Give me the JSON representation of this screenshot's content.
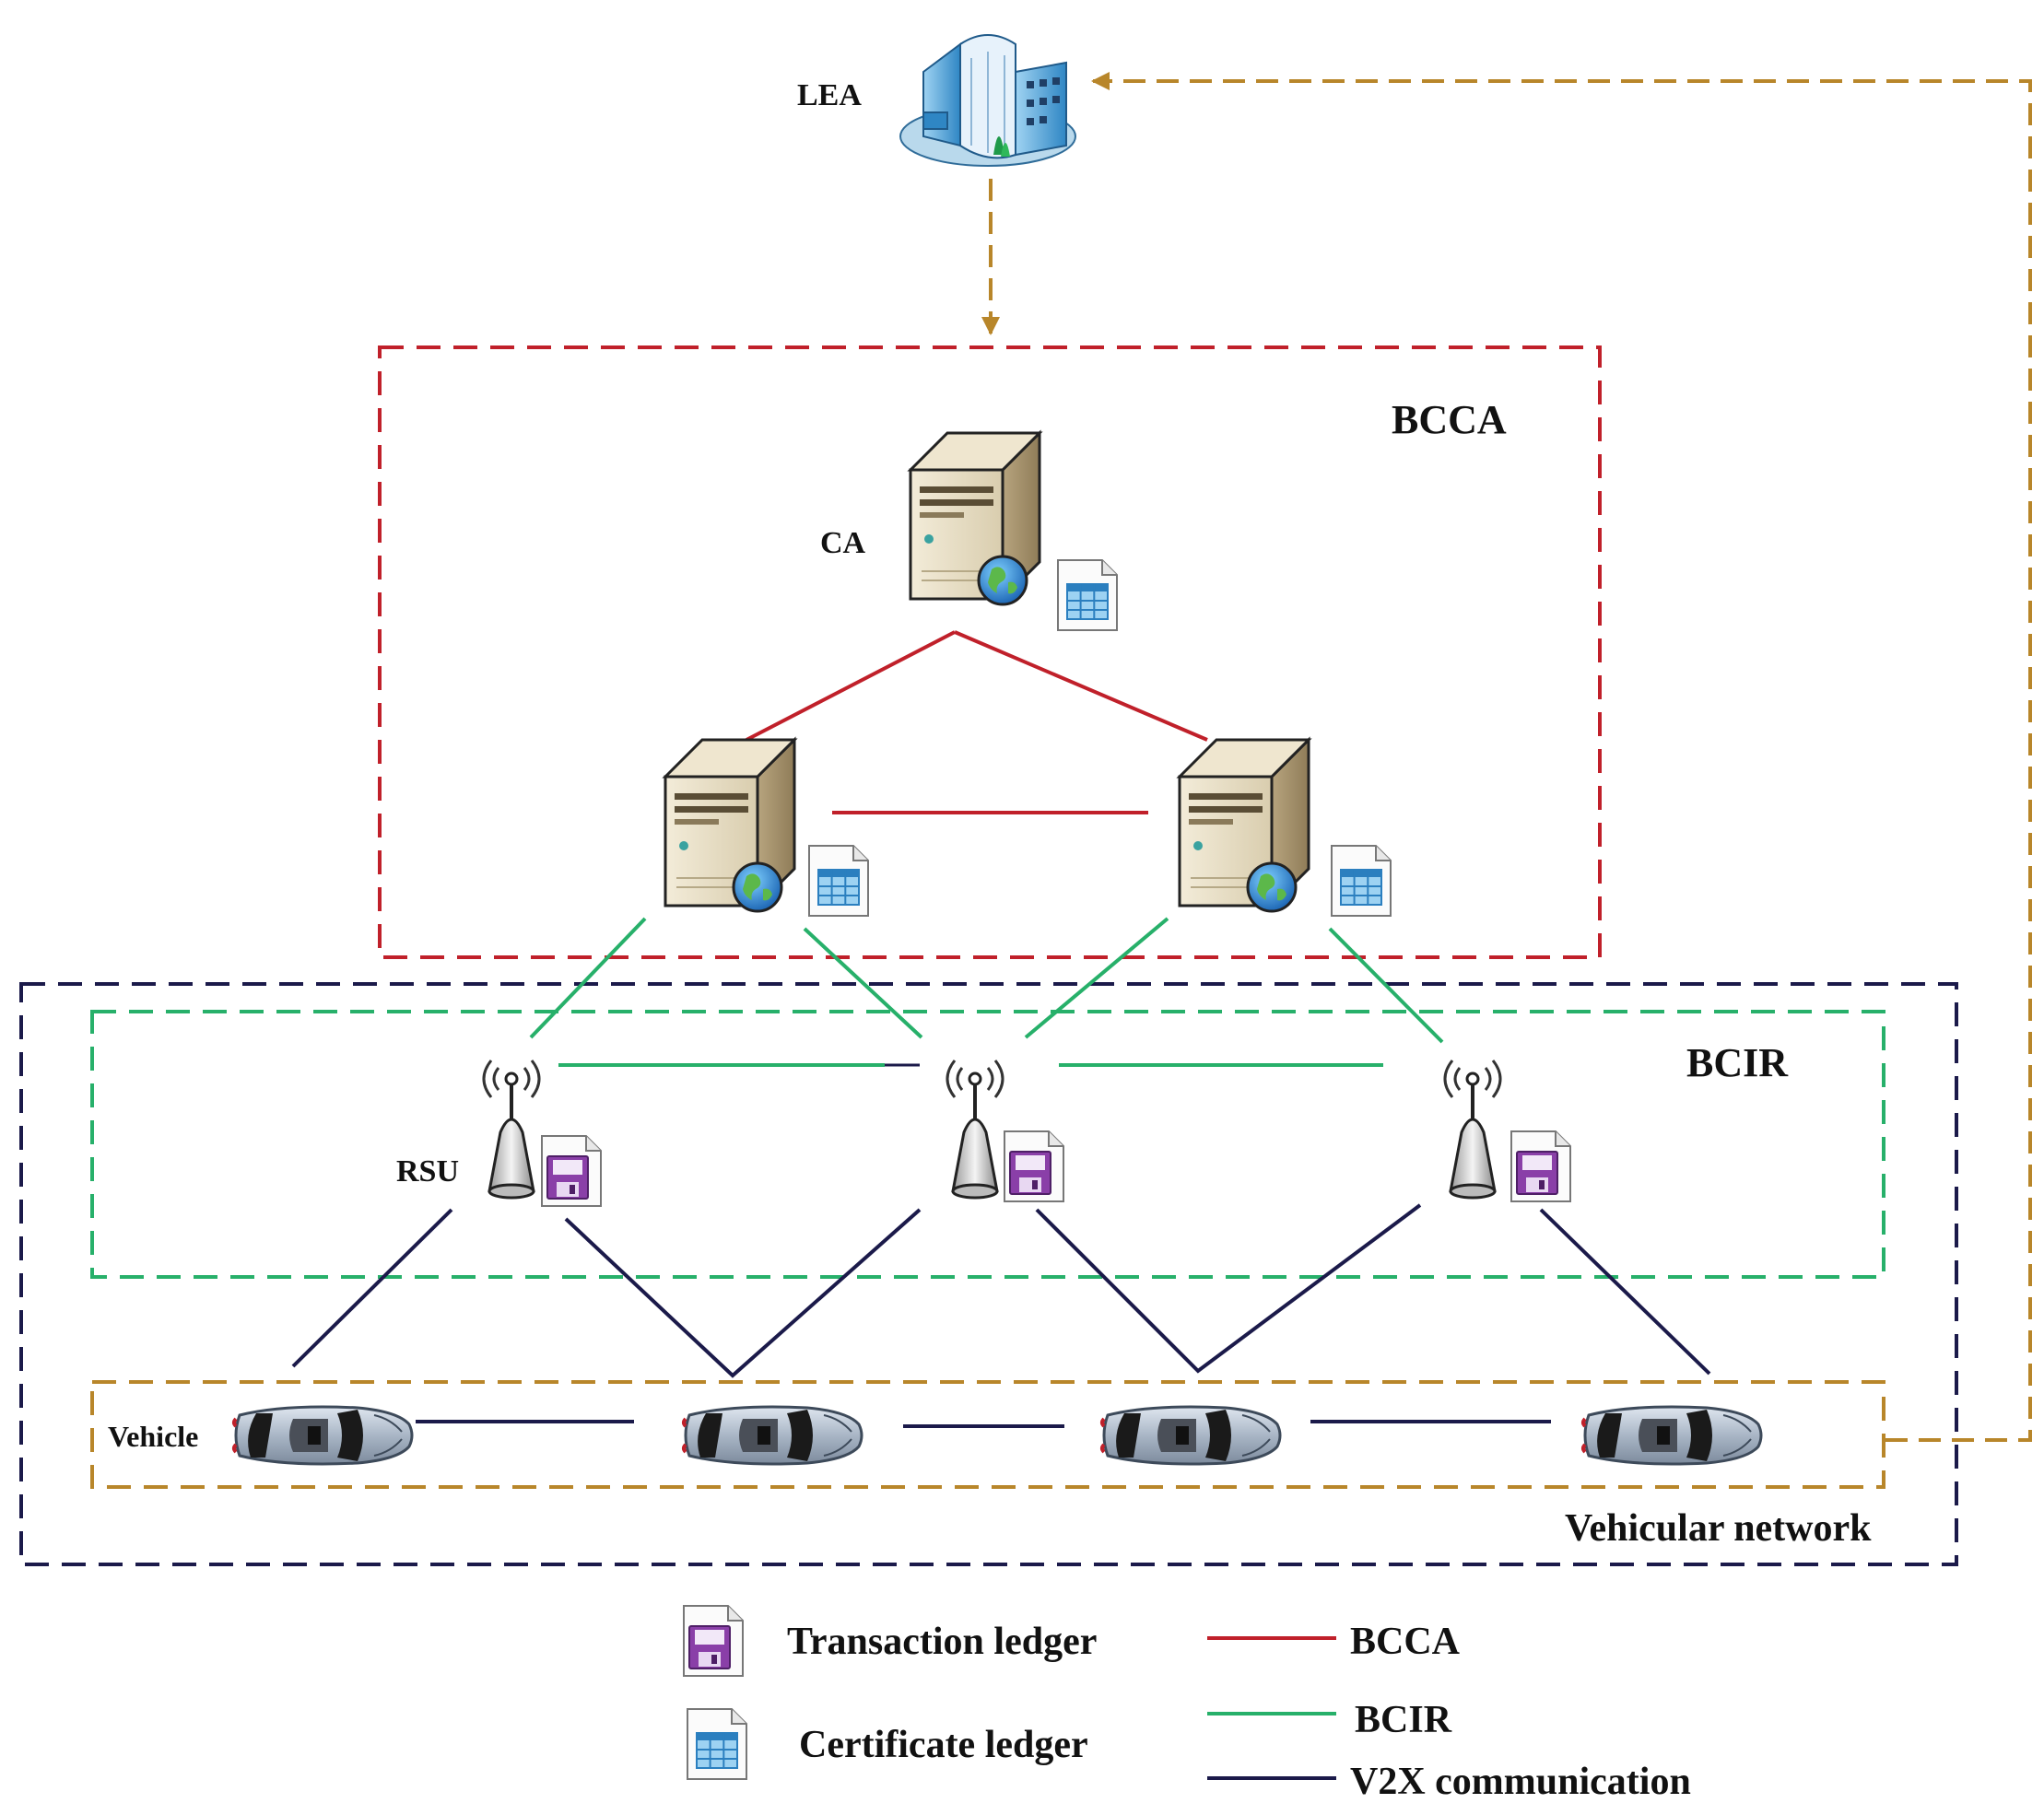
{
  "labels": {
    "lea": "LEA",
    "bcca": "BCCA",
    "ca": "CA",
    "bcir": "BCIR",
    "rsu": "RSU",
    "vehicle": "Vehicle",
    "vehicular_network": "Vehicular network"
  },
  "legend": {
    "transaction_ledger": "Transaction ledger",
    "certificate_ledger": "Certificate ledger",
    "bcca_line": "BCCA",
    "bcir_line": "BCIR",
    "v2x_line": "V2X communication"
  },
  "colors": {
    "bcca": "#c0202a",
    "bcir": "#27b06a",
    "v2x": "#1b1a4a",
    "lea_link": "#b8862a",
    "vehicular_network_border": "#1b1a4a"
  },
  "icons": {
    "lea": "building-icon",
    "server": "server-icon",
    "certificate_ledger": "certificate-ledger-icon",
    "transaction_ledger": "transaction-ledger-icon",
    "rsu": "antenna-icon",
    "vehicle": "car-icon"
  }
}
